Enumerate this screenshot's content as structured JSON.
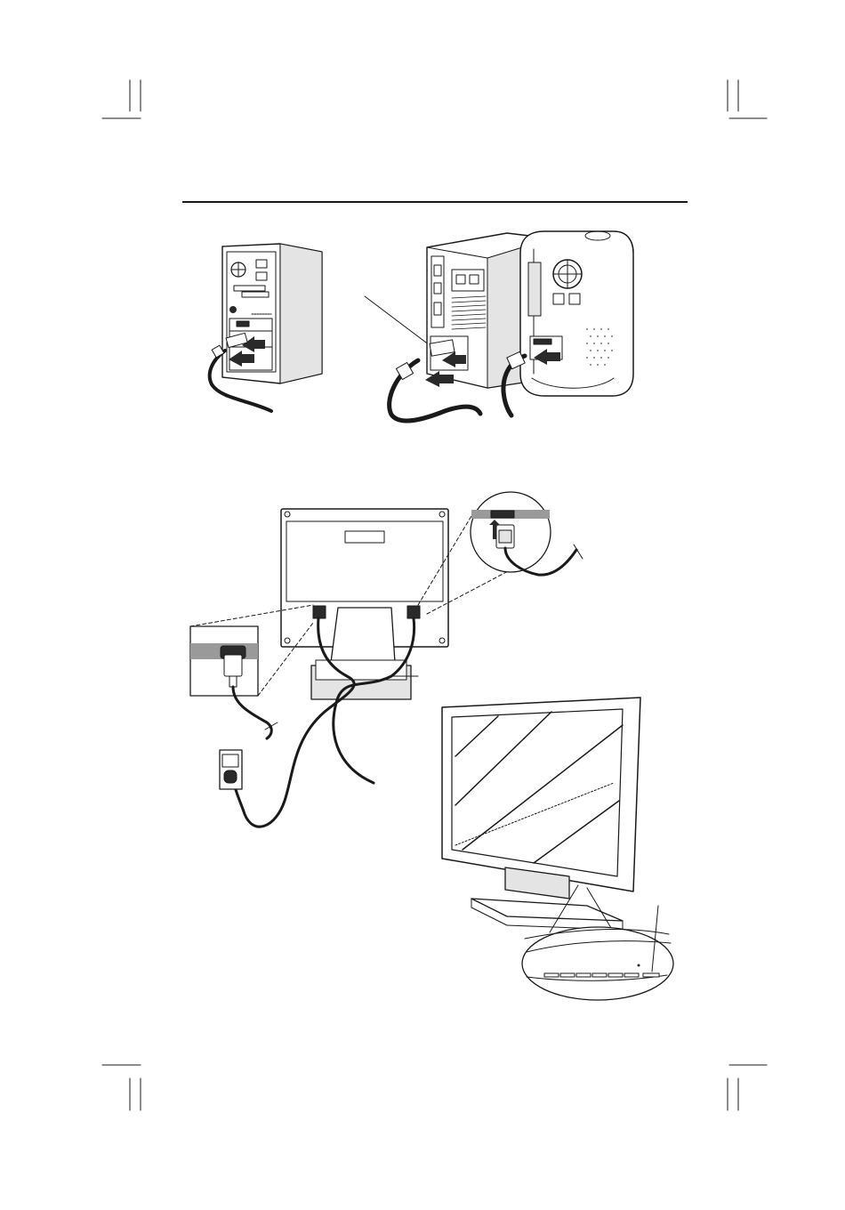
{
  "page": {
    "background": "#ffffff",
    "ink_color": "#1a1a1a"
  },
  "figures": [
    {
      "name": "figure-pc-tower-connection"
    },
    {
      "name": "figure-mac-connection"
    },
    {
      "name": "figure-monitor-rear-cabling"
    },
    {
      "name": "figure-monitor-front-power"
    }
  ]
}
